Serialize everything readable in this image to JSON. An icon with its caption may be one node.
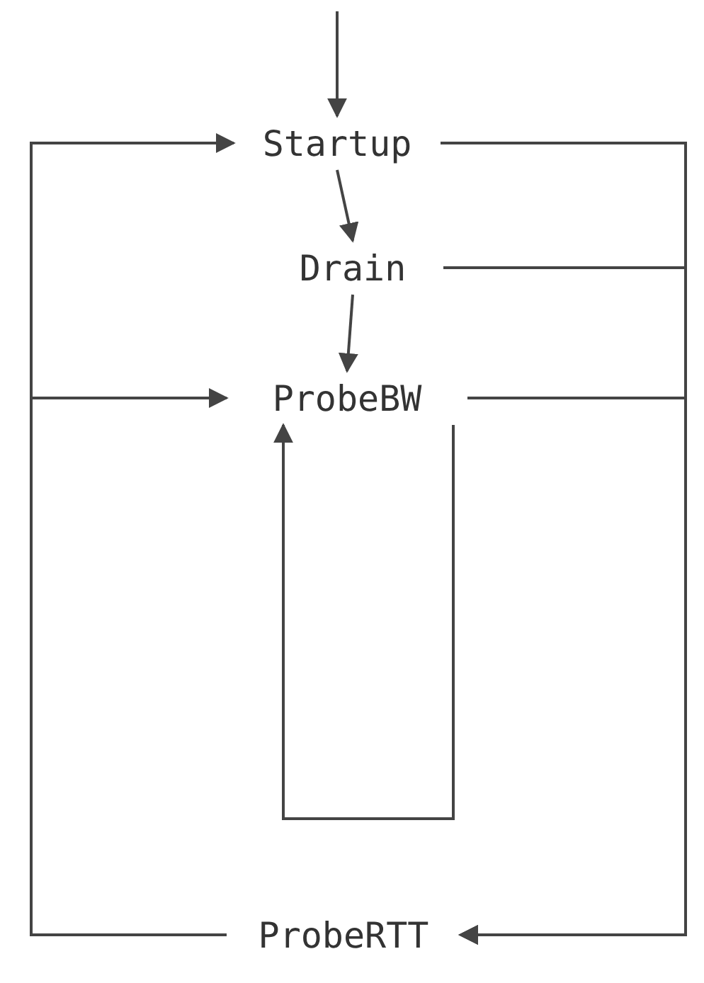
{
  "diagram": {
    "nodes": [
      {
        "text": [
          "Startup"
        ]
      },
      {
        "text": [
          "Drain"
        ]
      },
      {
        "text": [
          "ProbeBW"
        ]
      },
      {
        "text": [
          "ProbeRTT"
        ]
      }
    ],
    "edges": [
      {
        "from": null,
        "to": 0,
        "arrow": "to"
      },
      {
        "from": 0,
        "to": 1,
        "arrow": "to"
      },
      {
        "from": 1,
        "to": 2,
        "arrow": "to"
      },
      {
        "from": 2,
        "to": 2,
        "arrow": "to"
      },
      {
        "from": 0,
        "to": 3,
        "arrow": "to"
      },
      {
        "from": 1,
        "to": 3,
        "arrow": "to"
      },
      {
        "from": 2,
        "to": 3,
        "arrow": "to"
      },
      {
        "from": 3,
        "to": 0,
        "arrow": "to"
      },
      {
        "from": 3,
        "to": 2,
        "arrow": "to"
      }
    ]
  }
}
